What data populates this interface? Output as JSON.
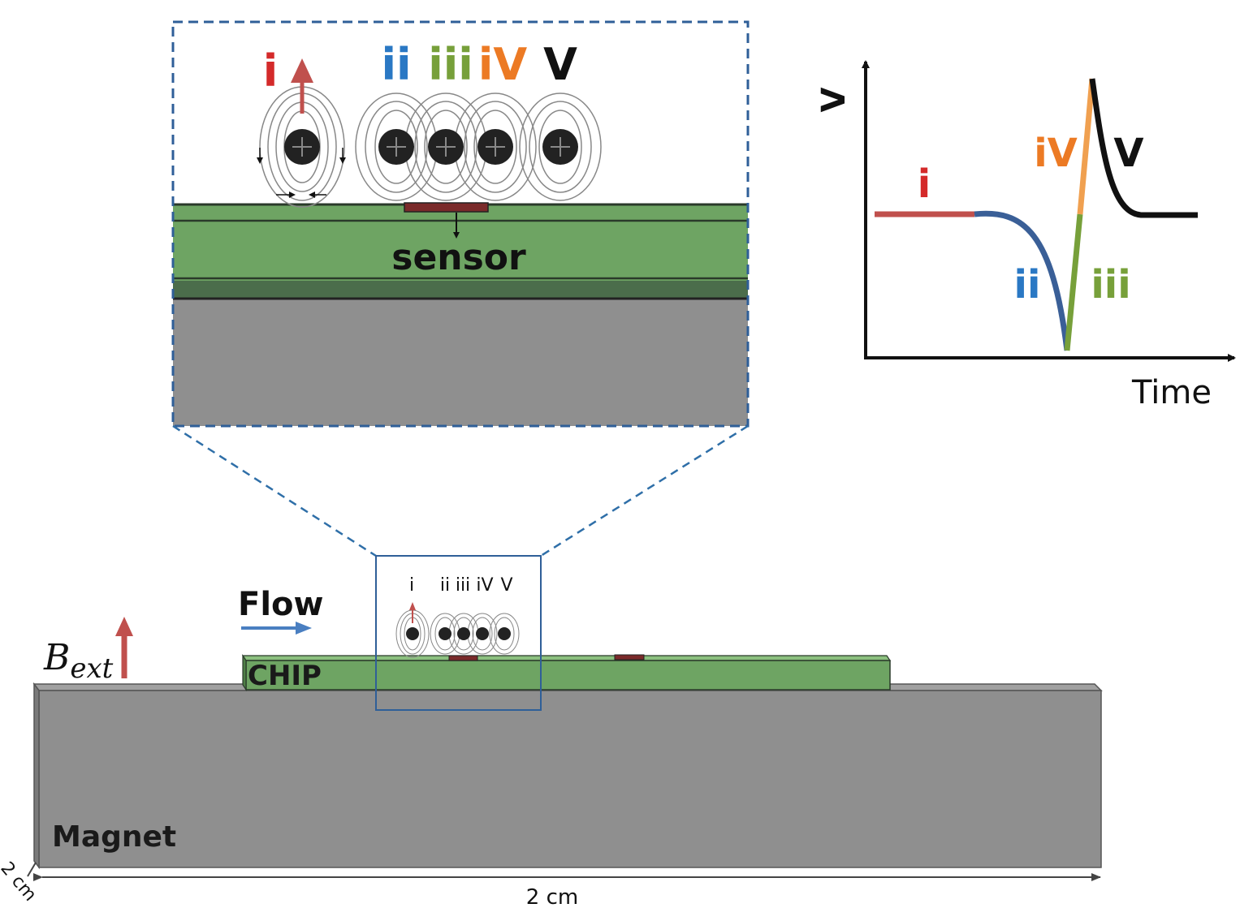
{
  "colors": {
    "red": "#d42a2a",
    "blue": "#2a78c4",
    "green": "#77a03a",
    "orange": "#ec7a24",
    "black": "#111111",
    "chip_green": "#6ea463",
    "magnet_gray": "#8f8f8f",
    "frame_blue": "#2f5f98",
    "flow_arrow": "#4a7fc1",
    "field_arrow": "#c0504d"
  },
  "zoom_inset": {
    "labels": [
      "i",
      "ii",
      "iii",
      "iV",
      "V"
    ],
    "sensor_label": "sensor"
  },
  "signal_plot": {
    "y_label": "V",
    "x_label": "Time",
    "segment_labels": [
      "i",
      "ii",
      "iii",
      "iV",
      "V"
    ]
  },
  "setup": {
    "flow_label": "Flow",
    "field_label_main": "B",
    "field_label_sub": "ext",
    "chip_label": "CHIP",
    "magnet_label": "Magnet",
    "small_labels": [
      "i",
      "ii",
      "iii",
      "iV",
      "V"
    ],
    "width_dimension": "2 cm",
    "depth_dimension": "2 cm"
  }
}
